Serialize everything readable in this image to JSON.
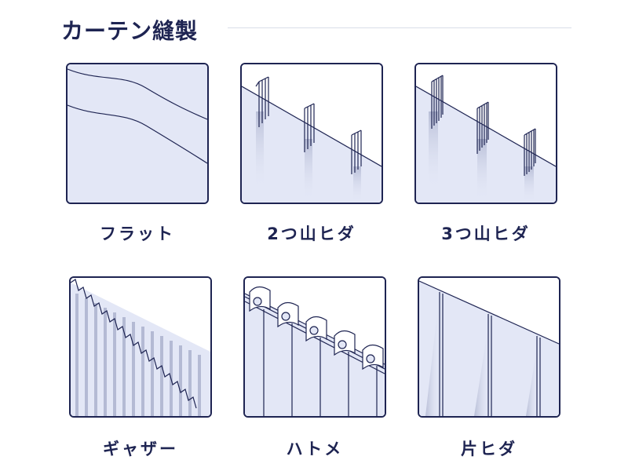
{
  "page_title": "カーテン縫製",
  "styles": [
    {
      "key": "flat",
      "label": "フラット"
    },
    {
      "key": "pleat2",
      "label": "2つ山ヒダ"
    },
    {
      "key": "pleat3",
      "label": "3つ山ヒダ"
    },
    {
      "key": "gather",
      "label": "ギャザー"
    },
    {
      "key": "grommet",
      "label": "ハトメ"
    },
    {
      "key": "single",
      "label": "片ヒダ"
    }
  ],
  "colors": {
    "navy": "#1e2452",
    "fabric": "#e3e7f6",
    "shadow": "#b4bad4",
    "rule": "#d9dee9"
  },
  "icons": [
    "flat-curtain-icon",
    "two-pinch-pleat-icon",
    "three-pinch-pleat-icon",
    "gather-curtain-icon",
    "grommet-curtain-icon",
    "single-pleat-icon"
  ]
}
